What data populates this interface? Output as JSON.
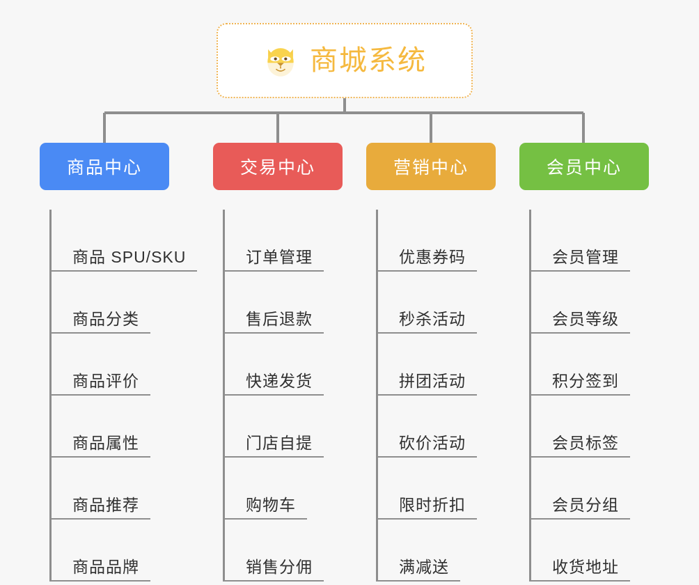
{
  "diagram": {
    "type": "org-tree",
    "background_color": "#f7f7f7",
    "connector_color": "#8e8e8e",
    "root": {
      "title": "商城系统",
      "icon": "shiba-dog-face-icon",
      "border_color": "#f0b452",
      "text_color": "#f5b93f",
      "background_color": "#ffffff"
    },
    "branches": [
      {
        "label": "商品中心",
        "color": "#4a8af4",
        "items": [
          "商品 SPU/SKU",
          "商品分类",
          "商品评价",
          "商品属性",
          "商品推荐",
          "商品品牌"
        ]
      },
      {
        "label": "交易中心",
        "color": "#e85b58",
        "items": [
          "订单管理",
          "售后退款",
          "快递发货",
          "门店自提",
          "购物车",
          "销售分佣"
        ]
      },
      {
        "label": "营销中心",
        "color": "#e8ab3c",
        "items": [
          "优惠券码",
          "秒杀活动",
          "拼团活动",
          "砍价活动",
          "限时折扣",
          "满减送"
        ]
      },
      {
        "label": "会员中心",
        "color": "#75c043",
        "items": [
          "会员管理",
          "会员等级",
          "积分签到",
          "会员标签",
          "会员分组",
          "收货地址"
        ]
      }
    ]
  }
}
